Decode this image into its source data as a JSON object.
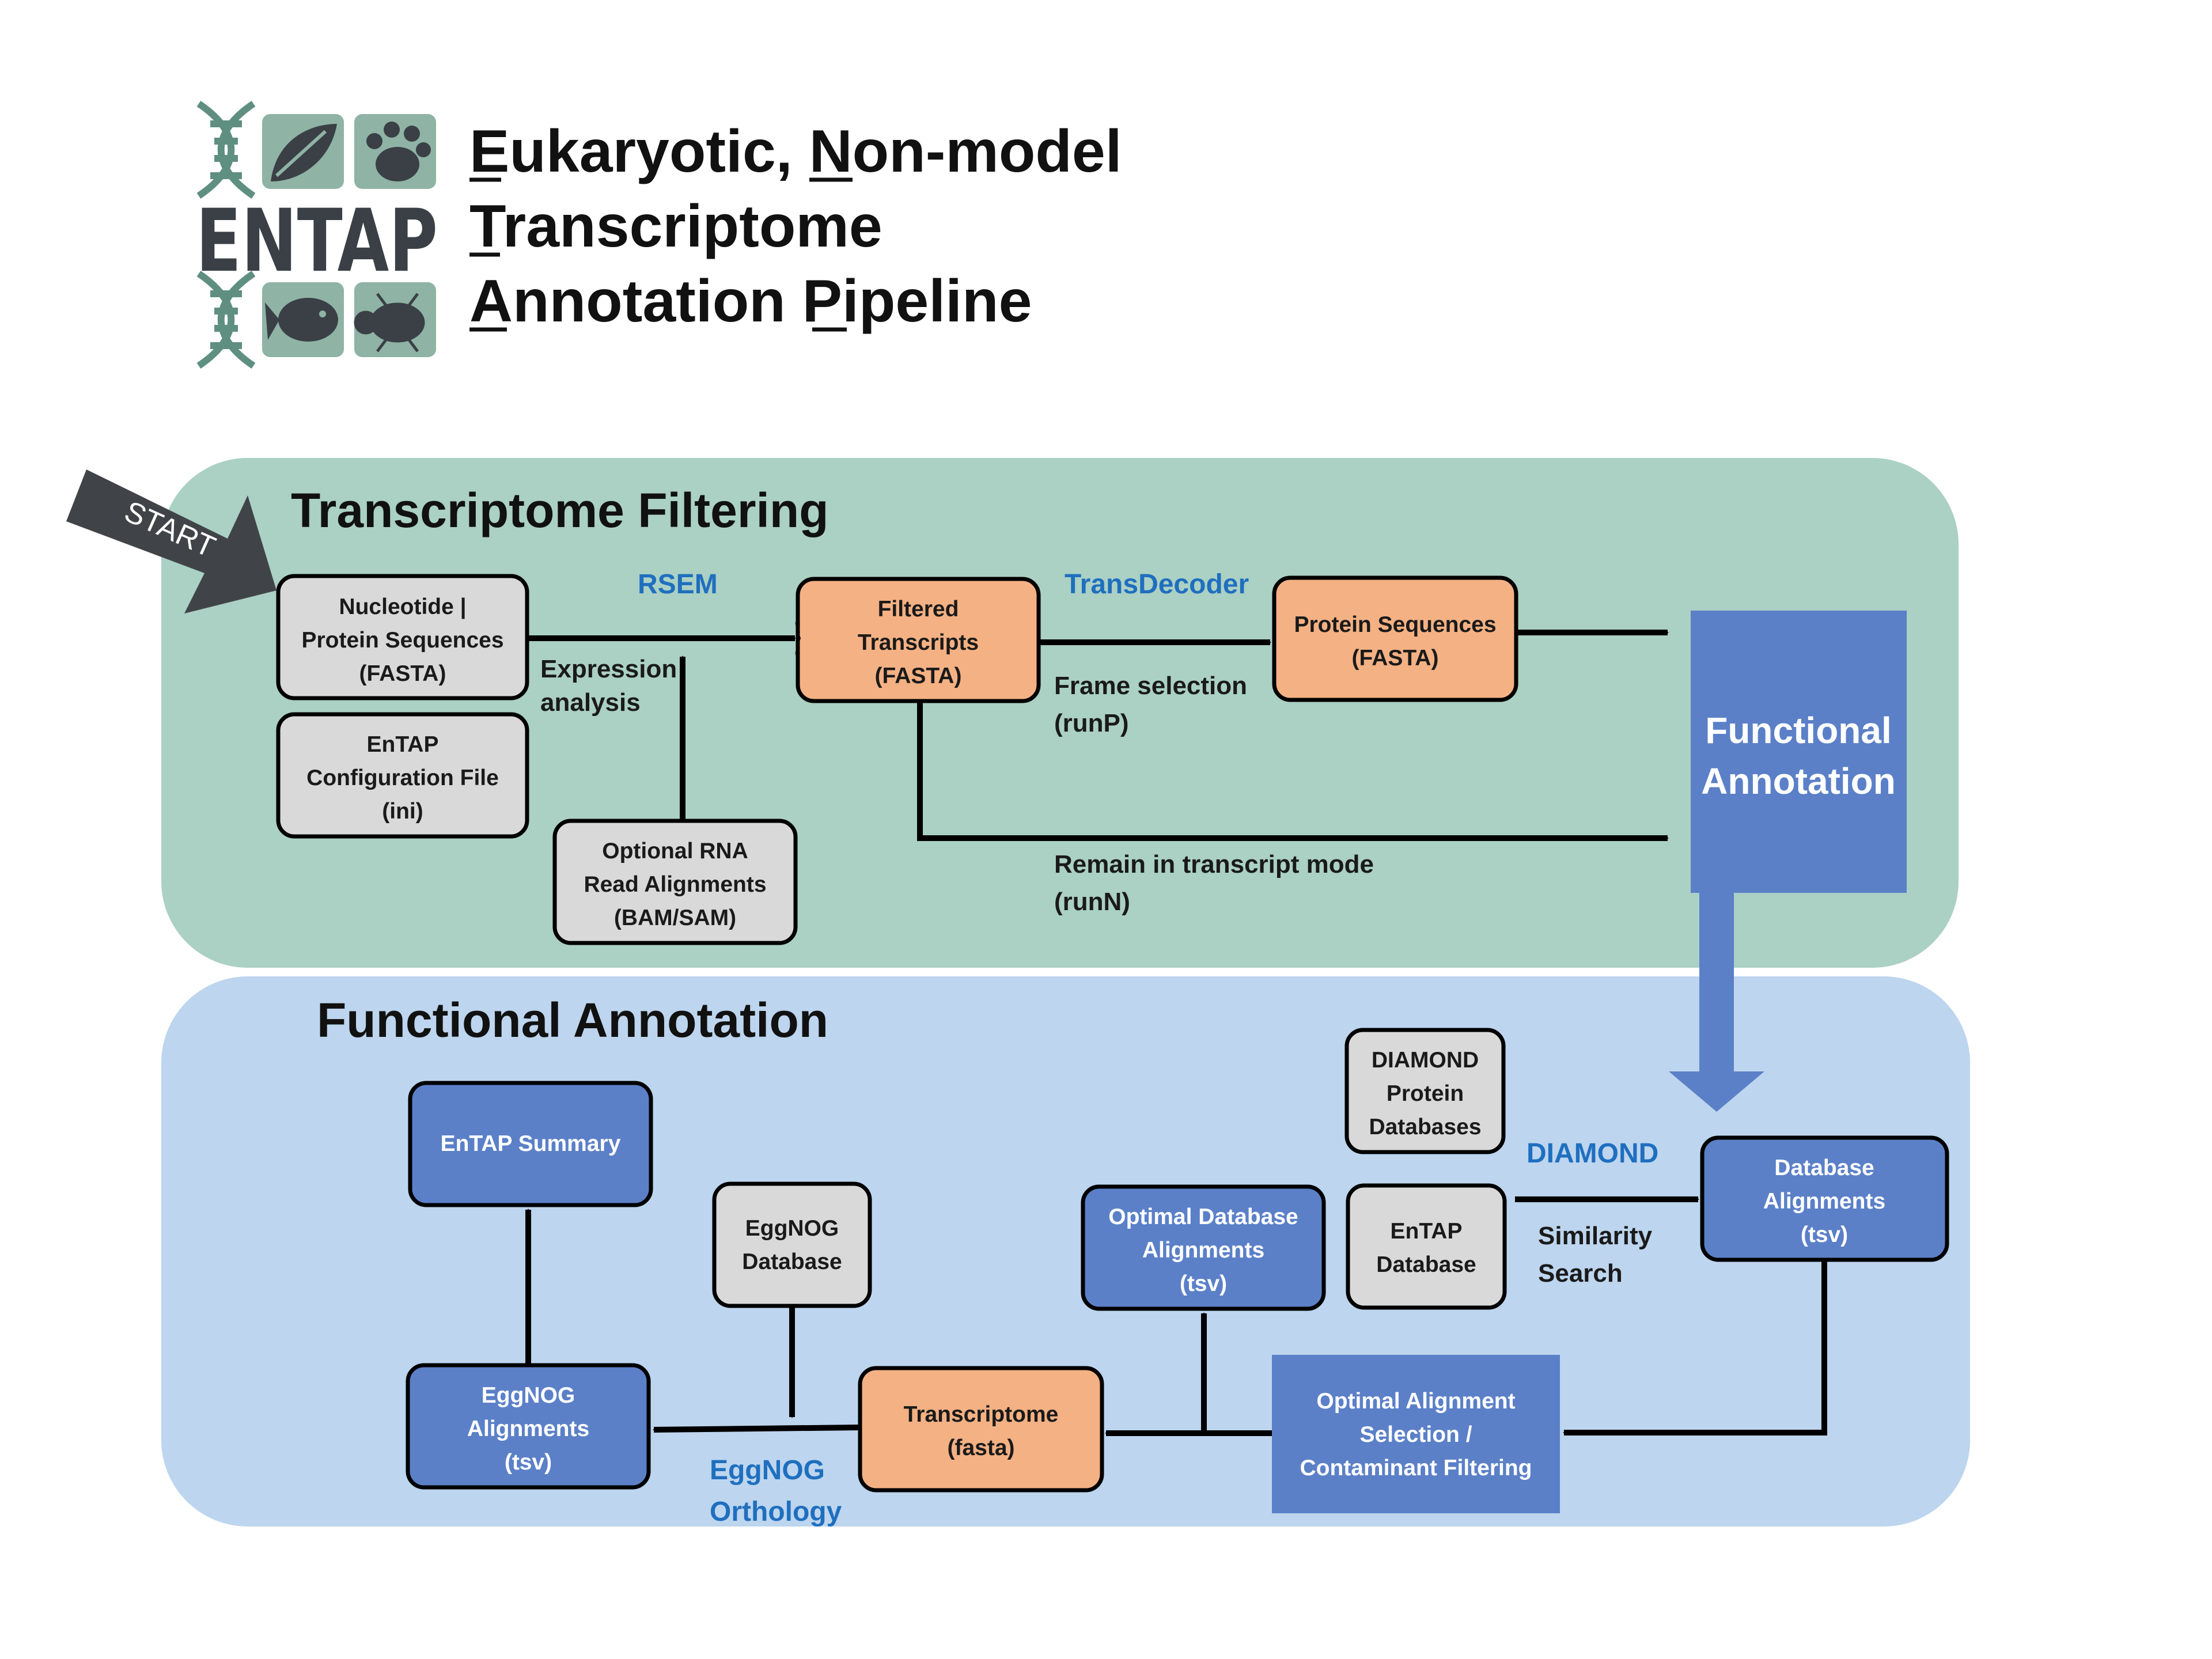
{
  "header": {
    "logo_text": "ENTAP",
    "title_line1": "Eukaryotic, Non-model",
    "title_line2": "Transcriptome",
    "title_line3": "Annotation Pipeline"
  },
  "start_label": "START",
  "filtering": {
    "title": "Transcriptome Filtering",
    "input_box": [
      "Nucleotide |",
      "Protein Sequences",
      "(FASTA)"
    ],
    "config_box": [
      "EnTAP",
      "Configuration File",
      "(ini)"
    ],
    "rna_box": [
      "Optional RNA",
      "Read Alignments",
      "(BAM/SAM)"
    ],
    "filtered_box": [
      "Filtered",
      "Transcripts",
      "(FASTA)"
    ],
    "protein_box": [
      "Protein Sequences",
      "(FASTA)"
    ],
    "rsem_label": "RSEM",
    "expression_label": [
      "Expression",
      "analysis"
    ],
    "transdecoder_label": "TransDecoder",
    "frame_label": [
      "Frame selection",
      "(runP)"
    ],
    "remain_label": [
      "Remain in transcript mode",
      "(runN)"
    ],
    "functional_block": [
      "Functional",
      "Annotation"
    ]
  },
  "annotation": {
    "title": "Functional Annotation",
    "summary_box": [
      "EnTAP Summary"
    ],
    "eggnog_db_box": [
      "EggNOG",
      "Database"
    ],
    "eggnog_align_box": [
      "EggNOG",
      "Alignments",
      "(tsv)"
    ],
    "eggnog_label": [
      "EggNOG",
      "Orthology"
    ],
    "transcriptome_box": [
      "Transcriptome",
      "(fasta)"
    ],
    "optimal_db_box": [
      "Optimal Database",
      "Alignments",
      "(tsv)"
    ],
    "diamond_db_box": [
      "DIAMOND",
      "Protein",
      "Databases"
    ],
    "entap_db_box": [
      "EnTAP",
      "Database"
    ],
    "diamond_label": "DIAMOND",
    "similarity_label": [
      "Similarity",
      "Search"
    ],
    "db_align_box": [
      "Database",
      "Alignments",
      "(tsv)"
    ],
    "optimal_sel_box": [
      "Optimal Alignment",
      "Selection /",
      "Contaminant Filtering"
    ]
  },
  "colors": {
    "filter_bg": "#abd0c4",
    "annot_bg": "#bdd5ee",
    "gray_box": "#d9d9d9",
    "orange_box": "#f4b183",
    "blue_box": "#5b80c8",
    "label_blue": "#1f6fbf",
    "logo_tile": "#8fb3a5",
    "logo_text": "#3a4046"
  }
}
